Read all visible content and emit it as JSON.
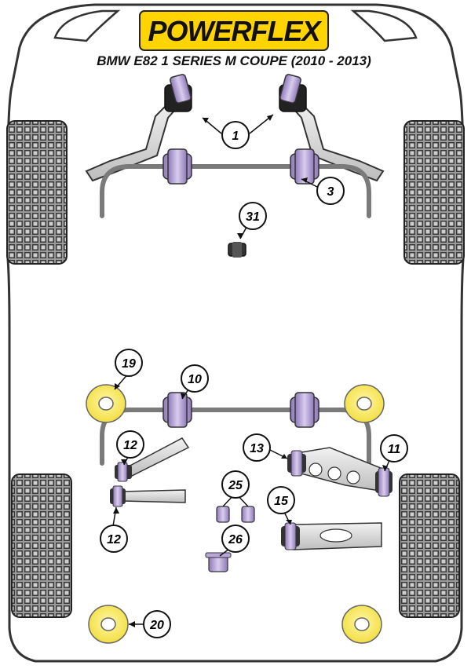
{
  "brand": "POWERFLEX",
  "subtitle": "BMW E82 1 SERIES M COUPE (2010 - 2013)",
  "colors": {
    "brand_yellow": "#ffd400",
    "bush_purple": "#c8b6e0",
    "bush_purple_dark": "#8e78b8",
    "bush_yellow": "#fff07a",
    "metal_grey": "#d9d9d9",
    "outline": "#333333",
    "tyre_dark": "#2f2f2f"
  },
  "callouts": {
    "c1": "1",
    "c3": "3",
    "c31": "31",
    "c19": "19",
    "c10": "10",
    "c12a": "12",
    "c12b": "12",
    "c13": "13",
    "c11": "11",
    "c15": "15",
    "c25": "25",
    "c26": "26",
    "c20": "20"
  }
}
